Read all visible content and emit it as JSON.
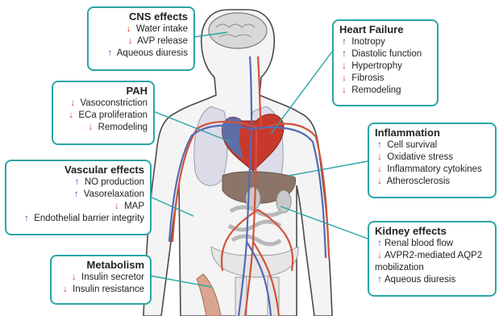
{
  "colors": {
    "box_border": "#2aa5a5",
    "increase_arrow": "#2f57a8",
    "decrease_arrow": "#d1422e",
    "artery": "#d3513b",
    "vein": "#5569b5",
    "heart": "#c7392d",
    "liver": "#8c7468",
    "lung": "#d9d9e6"
  },
  "boxes": {
    "cns": {
      "title": "CNS effects",
      "items": [
        {
          "arrow": "↓",
          "dir": "down",
          "text": "Water intake"
        },
        {
          "arrow": "↓",
          "dir": "down",
          "text": "AVP release"
        },
        {
          "arrow": "↑",
          "dir": "up",
          "text": "Aqueous diuresis"
        }
      ]
    },
    "pah": {
      "title": "PAH",
      "items": [
        {
          "arrow": "↓",
          "dir": "down",
          "text": "Vasoconstriction"
        },
        {
          "arrow": "↓",
          "dir": "down",
          "text": "ECa proliferation"
        },
        {
          "arrow": "↓",
          "dir": "down",
          "text": "Remodeling"
        }
      ]
    },
    "vascular": {
      "title": "Vascular effects",
      "items": [
        {
          "arrow": "↑",
          "dir": "up",
          "text": "NO production"
        },
        {
          "arrow": "↑",
          "dir": "up",
          "text": "Vasorelaxation"
        },
        {
          "arrow": "↓",
          "dir": "down",
          "text": "MAP"
        },
        {
          "arrow": "↑",
          "dir": "up",
          "text": "Endothelial barrier integrity"
        }
      ]
    },
    "metabolism": {
      "title": "Metabolism",
      "items": [
        {
          "arrow": "↓",
          "dir": "down",
          "text": "Insulin secretor"
        },
        {
          "arrow": "↓",
          "dir": "down",
          "text": "Insulin resistance"
        }
      ]
    },
    "heart": {
      "title": "Heart Failure",
      "items": [
        {
          "arrow": "↑",
          "dir": "up",
          "text": "Inotropy"
        },
        {
          "arrow": "↑",
          "dir": "up",
          "text": "Diastolic function"
        },
        {
          "arrow": "↓",
          "dir": "down",
          "text": "Hypertrophy"
        },
        {
          "arrow": "↓",
          "dir": "down",
          "text": "Fibrosis"
        },
        {
          "arrow": "↓",
          "dir": "down",
          "text": "Remodeling"
        }
      ]
    },
    "inflammation": {
      "title": "Inflammation",
      "items": [
        {
          "arrow": "↑",
          "dir": "up",
          "text": "Cell survival"
        },
        {
          "arrow": "↓",
          "dir": "down",
          "text": "Oxidative stress"
        },
        {
          "arrow": "↓",
          "dir": "down",
          "text": "Inflammatory cytokines"
        },
        {
          "arrow": "↓",
          "dir": "down",
          "text": "Atherosclerosis"
        }
      ]
    },
    "kidney": {
      "title": "Kidney effects",
      "items": [
        {
          "arrow": "↑",
          "dir": "up",
          "text": "Renal blood flow"
        },
        {
          "arrow": "↓",
          "dir": "down",
          "text": "AVPR2-mediated AQP2"
        },
        {
          "arrow": "",
          "dir": "none",
          "text": "mobilization"
        },
        {
          "arrow": "↑",
          "dir": "up",
          "text": "Aqueous diuresis"
        }
      ]
    }
  }
}
